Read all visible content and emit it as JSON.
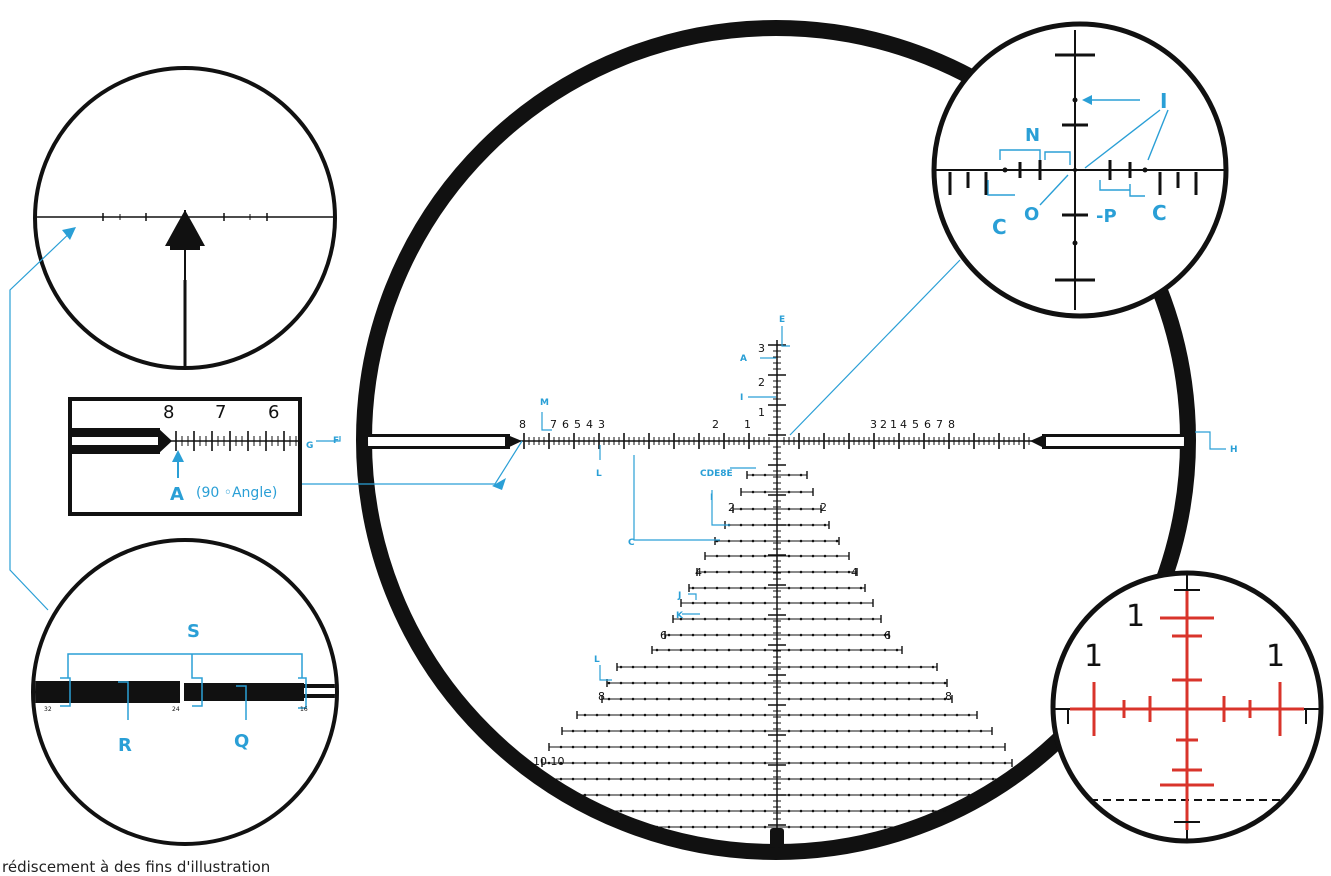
{
  "colors": {
    "ink": "#111111",
    "accent": "#2a9fd6",
    "red": "#d9342b"
  },
  "main_reticle": {
    "left_numbers": [
      "8",
      "7",
      "6",
      "5",
      "4",
      "3",
      "2",
      "1"
    ],
    "right_numbers": [
      "3",
      "2",
      "1",
      "4",
      "5",
      "6",
      "7",
      "8"
    ],
    "top_numbers": [
      "3",
      "2",
      "1"
    ],
    "lower_numbers": [
      "2",
      "4",
      "6",
      "8",
      "10"
    ],
    "callouts": {
      "E": "E",
      "A": "A",
      "I": "I",
      "M": "M",
      "G": "G",
      "F": "F",
      "H": "H",
      "L": "L",
      "C": "C",
      "J": "J",
      "K": "K",
      "CDEF": "CDE8E",
      "L2": "L",
      "I2": "I",
      "ten_left": "10 10"
    }
  },
  "inset_detail": {
    "numbers": [
      "8",
      "7",
      "6"
    ],
    "callout_letter": "A",
    "callout_text": "(90 ◦Angle)"
  },
  "circle_topright": {
    "labels": {
      "I": "I",
      "N": "N",
      "O": "O",
      "P": "-P",
      "C1": "C",
      "C2": "C"
    }
  },
  "circle_bottomleft": {
    "labels": {
      "S": "S",
      "R": "R",
      "Q": "Q"
    },
    "ticks": [
      "32",
      "24",
      "16"
    ]
  },
  "circle_bottomright": {
    "numbers": {
      "top": "1",
      "left": "1",
      "right": "1"
    }
  },
  "caption": "rédiscement à des fins d'illustration"
}
